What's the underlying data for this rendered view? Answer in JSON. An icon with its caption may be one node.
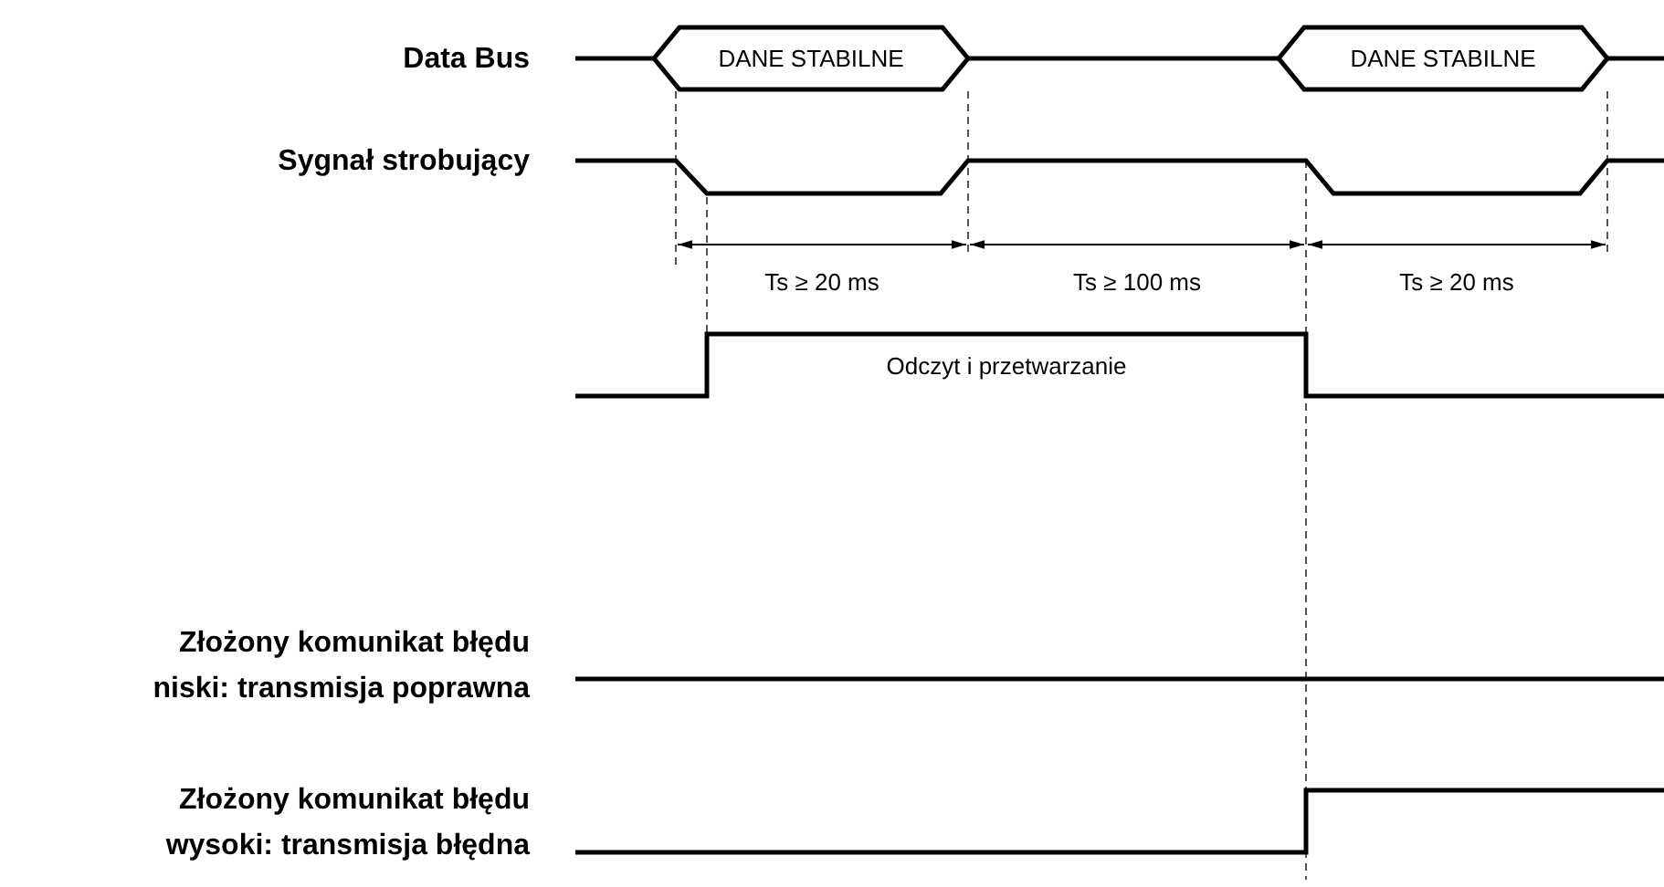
{
  "diagram": {
    "nodes": [
      {
        "text": [
          "DANE STABILNE"
        ]
      },
      {
        "text": [
          "DANE STABILNE"
        ]
      }
    ],
    "labels": [
      "Data Bus",
      "Sygnał strobujący",
      "Ts ≥ 20 ms",
      "Ts ≥ 100 ms",
      "Ts ≥ 20 ms",
      "Odczyt i przetwarzanie",
      "Złożony komunikat błędu niski: transmisja poprawna",
      "Złożony komunikat błędu wysoki: transmisja błędna"
    ]
  }
}
